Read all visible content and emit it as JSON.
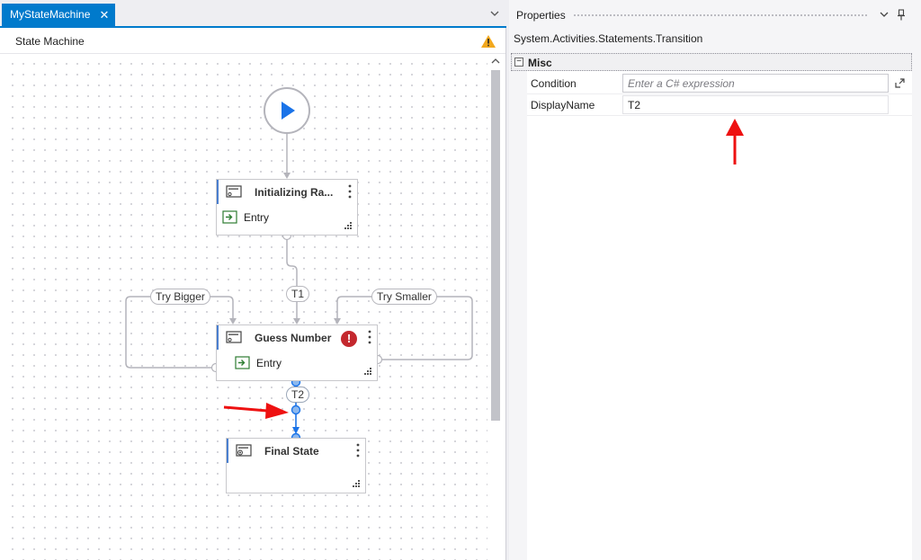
{
  "designer": {
    "tab_title": "MyStateMachine",
    "breadcrumb": "State Machine"
  },
  "states": [
    {
      "title": "Initializing Ra...",
      "entry": "Entry"
    },
    {
      "title": "Guess Number",
      "entry": "Entry",
      "error_badge": "!"
    },
    {
      "title": "Final State"
    }
  ],
  "transitions": [
    "T1",
    "Try Bigger",
    "Try Smaller",
    "T2"
  ],
  "properties": {
    "title": "Properties",
    "object_type": "System.Activities.Statements.Transition",
    "category": "Misc",
    "collapse_glyph": "−",
    "rows": [
      {
        "name": "Condition",
        "value": "",
        "placeholder": "Enter a C# expression"
      },
      {
        "name": "DisplayName",
        "value": "T2"
      }
    ]
  },
  "colors": {
    "accent": "#007acc",
    "selected_transition": "#1a73e8",
    "annotation_arrow": "#ee1111",
    "error": "#c4282e",
    "warning": "#f2a81d"
  }
}
